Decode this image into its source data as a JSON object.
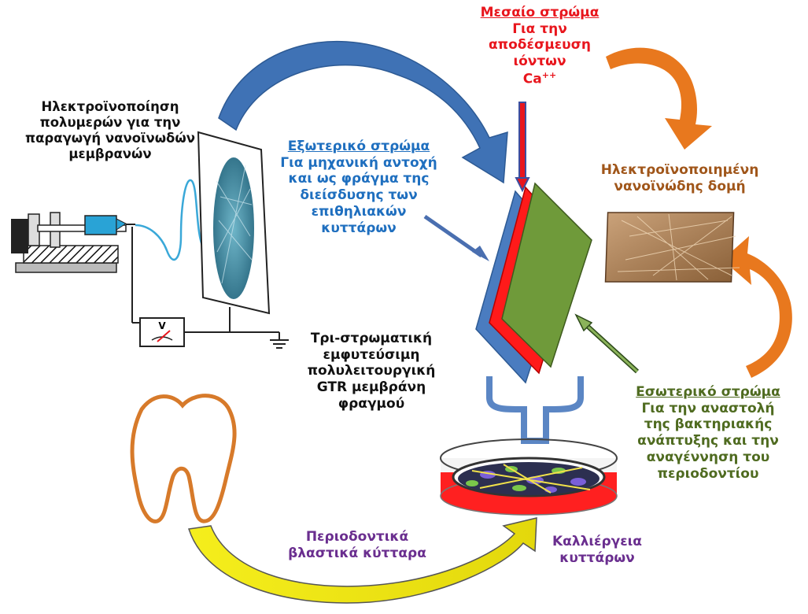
{
  "electrospinning": {
    "lines": [
      "Ηλεκτροϊνοποίηση",
      "πολυμερών για την",
      "παραγωγή νανοϊνωδών",
      "μεμβρανών"
    ],
    "voltmeter_symbol": "V"
  },
  "middle_layer": {
    "title": "Μεσαίο στρώμα",
    "lines": [
      "Για την",
      "αποδέσμευση",
      "ιόντων"
    ],
    "ion": "Ca",
    "ion_charge": "++",
    "color": "#e8161d"
  },
  "outer_layer": {
    "title": "Εξωτερικό στρώμα",
    "lines": [
      "Για μηχανική αντοχή",
      "και ως φράγμα της",
      "διείσδυσης των",
      "επιθηλιακών",
      "κυττάρων"
    ],
    "color": "#1f6fbf"
  },
  "nanofibrous": {
    "lines": [
      "Ηλεκτροϊνοποιημένη",
      "νανοϊνώδης δομή"
    ],
    "color": "#a0561a"
  },
  "membrane": {
    "lines": [
      "Τρι-στρωματική",
      "εμφυτεύσιμη",
      "πολυλειτουργική",
      "GTR μεμβράνη",
      "φραγμού"
    ]
  },
  "inner_layer": {
    "title": "Εσωτερικό στρώμα",
    "lines": [
      "Για την αναστολή",
      "της βακτηριακής",
      "ανάπτυξης και την",
      "αναγέννηση του",
      "περιοδοντίου"
    ],
    "color": "#4f6b20"
  },
  "pdl_cells": {
    "lines": [
      "Περιοδοντικά",
      "βλαστικά κύτταρα"
    ],
    "color": "#6a2e8f"
  },
  "cell_culture": {
    "lines": [
      "Καλλιέργεια",
      "κυττάρων"
    ],
    "color": "#6a2e8f"
  },
  "colors": {
    "big_arrow": "#3f72b5",
    "orange_arrow": "#e8781e",
    "yellow_arrow": "#f2ea12",
    "layer_blue": "#4a7cc0",
    "layer_red": "#ff1a1a",
    "layer_green": "#6f9a3a",
    "tooth": "#d77a2a",
    "bracket": "#5b86c4"
  }
}
